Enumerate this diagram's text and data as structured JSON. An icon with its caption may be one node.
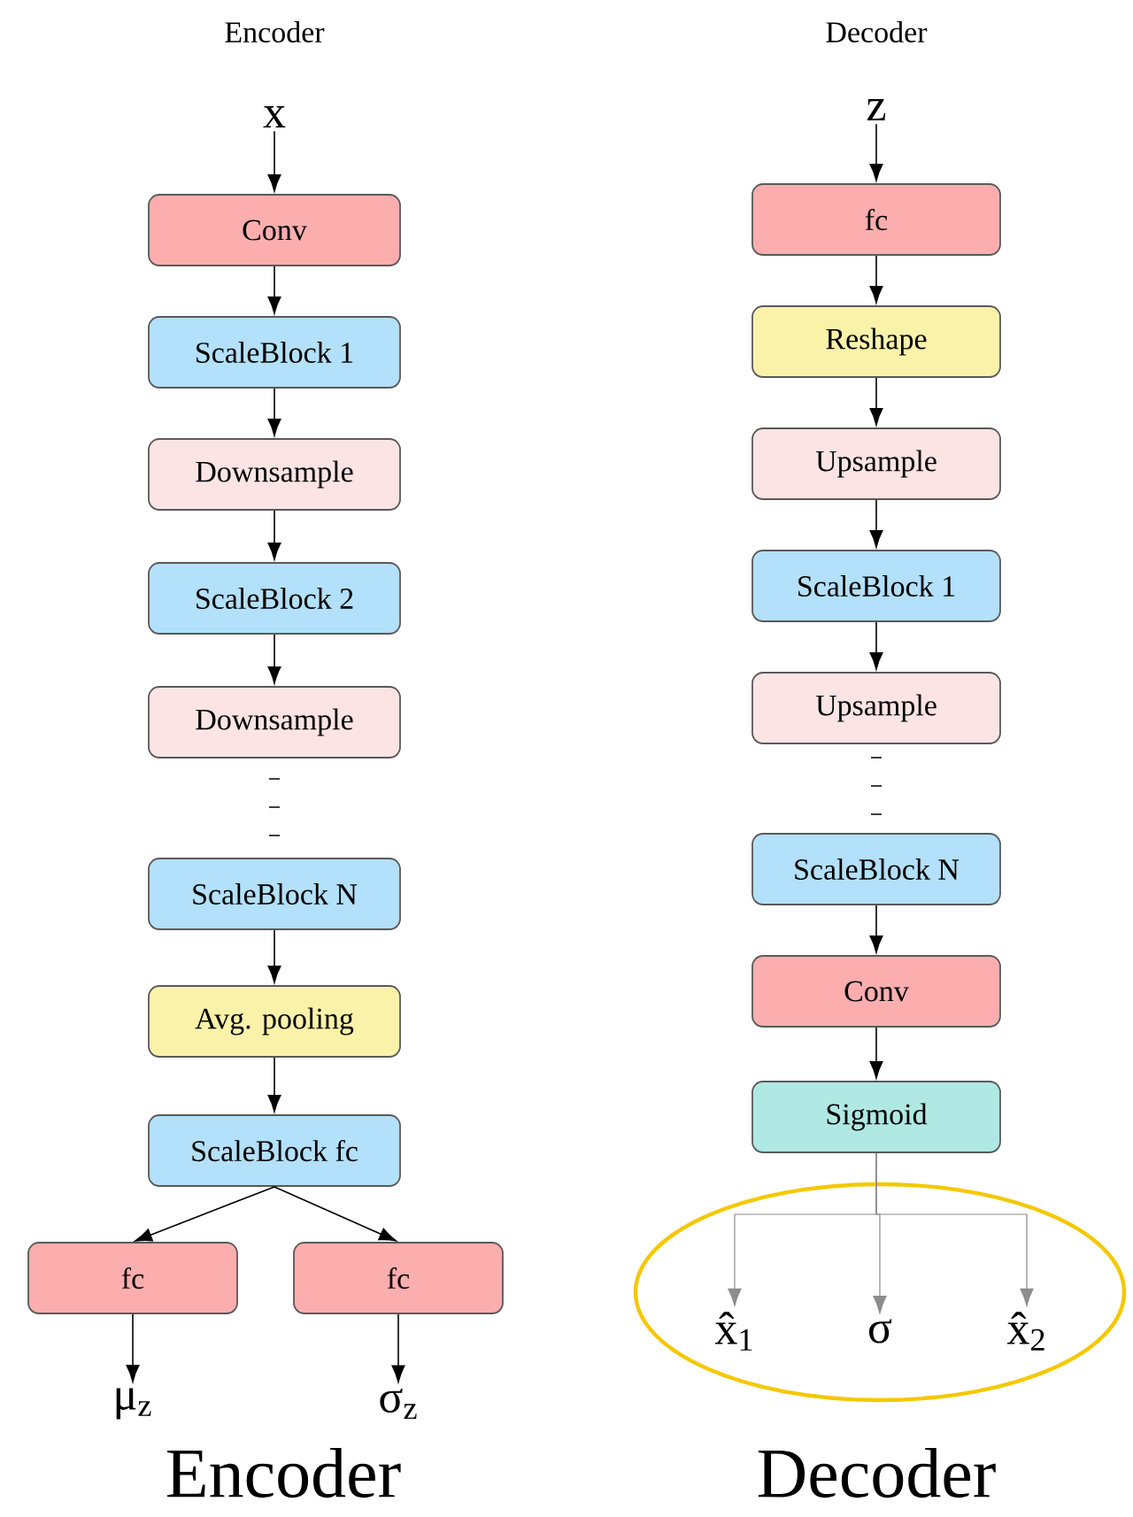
{
  "diagram": {
    "nodes": [
      {
        "text": [
          "x"
        ]
      },
      {
        "text": [
          "Conv"
        ]
      },
      {
        "text": [
          "ScaleBlock 1"
        ]
      },
      {
        "text": [
          "Downsample"
        ]
      },
      {
        "text": [
          "ScaleBlock 2"
        ]
      },
      {
        "text": [
          "Downsample"
        ]
      },
      {
        "text": [
          "ScaleBlock N"
        ]
      },
      {
        "text": [
          "Avg. pooling"
        ]
      },
      {
        "text": [
          "ScaleBlock fc"
        ]
      },
      {
        "text": [
          "fc"
        ]
      },
      {
        "text": [
          "fc"
        ]
      },
      {
        "text": [
          "μ$_{z}$"
        ]
      },
      {
        "text": [
          "σ$_{z}$"
        ]
      },
      {
        "text": [
          "z"
        ]
      },
      {
        "text": [
          "fc"
        ]
      },
      {
        "text": [
          "Reshape"
        ]
      },
      {
        "text": [
          "Upsample"
        ]
      },
      {
        "text": [
          "ScaleBlock 1"
        ]
      },
      {
        "text": [
          "Upsample"
        ]
      },
      {
        "text": [
          "ScaleBlock N"
        ]
      },
      {
        "text": [
          "Conv"
        ]
      },
      {
        "text": [
          "Sigmoid"
        ]
      },
      {
        "text": [],
        "shape": "ellipse"
      },
      {
        "text": [
          "x̂$_{1}$"
        ],
        "in": 22
      },
      {
        "text": [
          "σ"
        ],
        "in": 22
      },
      {
        "text": [
          "x̂$_{2}$"
        ],
        "in": 22
      }
    ],
    "edges": [
      {
        "from": 0,
        "to": 1,
        "arrow": "to"
      },
      {
        "from": 1,
        "to": 2,
        "arrow": "to"
      },
      {
        "from": 2,
        "to": 3,
        "arrow": "to"
      },
      {
        "from": 3,
        "to": 4,
        "arrow": "to"
      },
      {
        "from": 4,
        "to": 5,
        "arrow": "to"
      },
      {
        "from": 6,
        "to": 7,
        "arrow": "to"
      },
      {
        "from": 7,
        "to": 8,
        "arrow": "to"
      },
      {
        "from": 8,
        "to": 9,
        "arrow": "to"
      },
      {
        "from": 8,
        "to": 10,
        "arrow": "to"
      },
      {
        "from": 9,
        "to": 11,
        "arrow": "to"
      },
      {
        "from": 10,
        "to": 12,
        "arrow": "to"
      },
      {
        "from": 13,
        "to": 14,
        "arrow": "to"
      },
      {
        "from": 14,
        "to": 15,
        "arrow": "to"
      },
      {
        "from": 15,
        "to": 16,
        "arrow": "to"
      },
      {
        "from": 16,
        "to": 17,
        "arrow": "to"
      },
      {
        "from": 17,
        "to": 18,
        "arrow": "to"
      },
      {
        "from": 19,
        "to": 20,
        "arrow": "to"
      },
      {
        "from": 20,
        "to": 21,
        "arrow": "to"
      },
      {
        "from": 21,
        "to": 23,
        "arrow": "to",
        "color": "#8c8c8c"
      },
      {
        "from": 21,
        "to": 24,
        "arrow": "to",
        "color": "#8c8c8c"
      },
      {
        "from": 21,
        "to": 25,
        "arrow": "to",
        "color": "#8c8c8c"
      }
    ],
    "labels": [
      "Encoder",
      "Decoder",
      "Encoder",
      "Decoder"
    ]
  }
}
